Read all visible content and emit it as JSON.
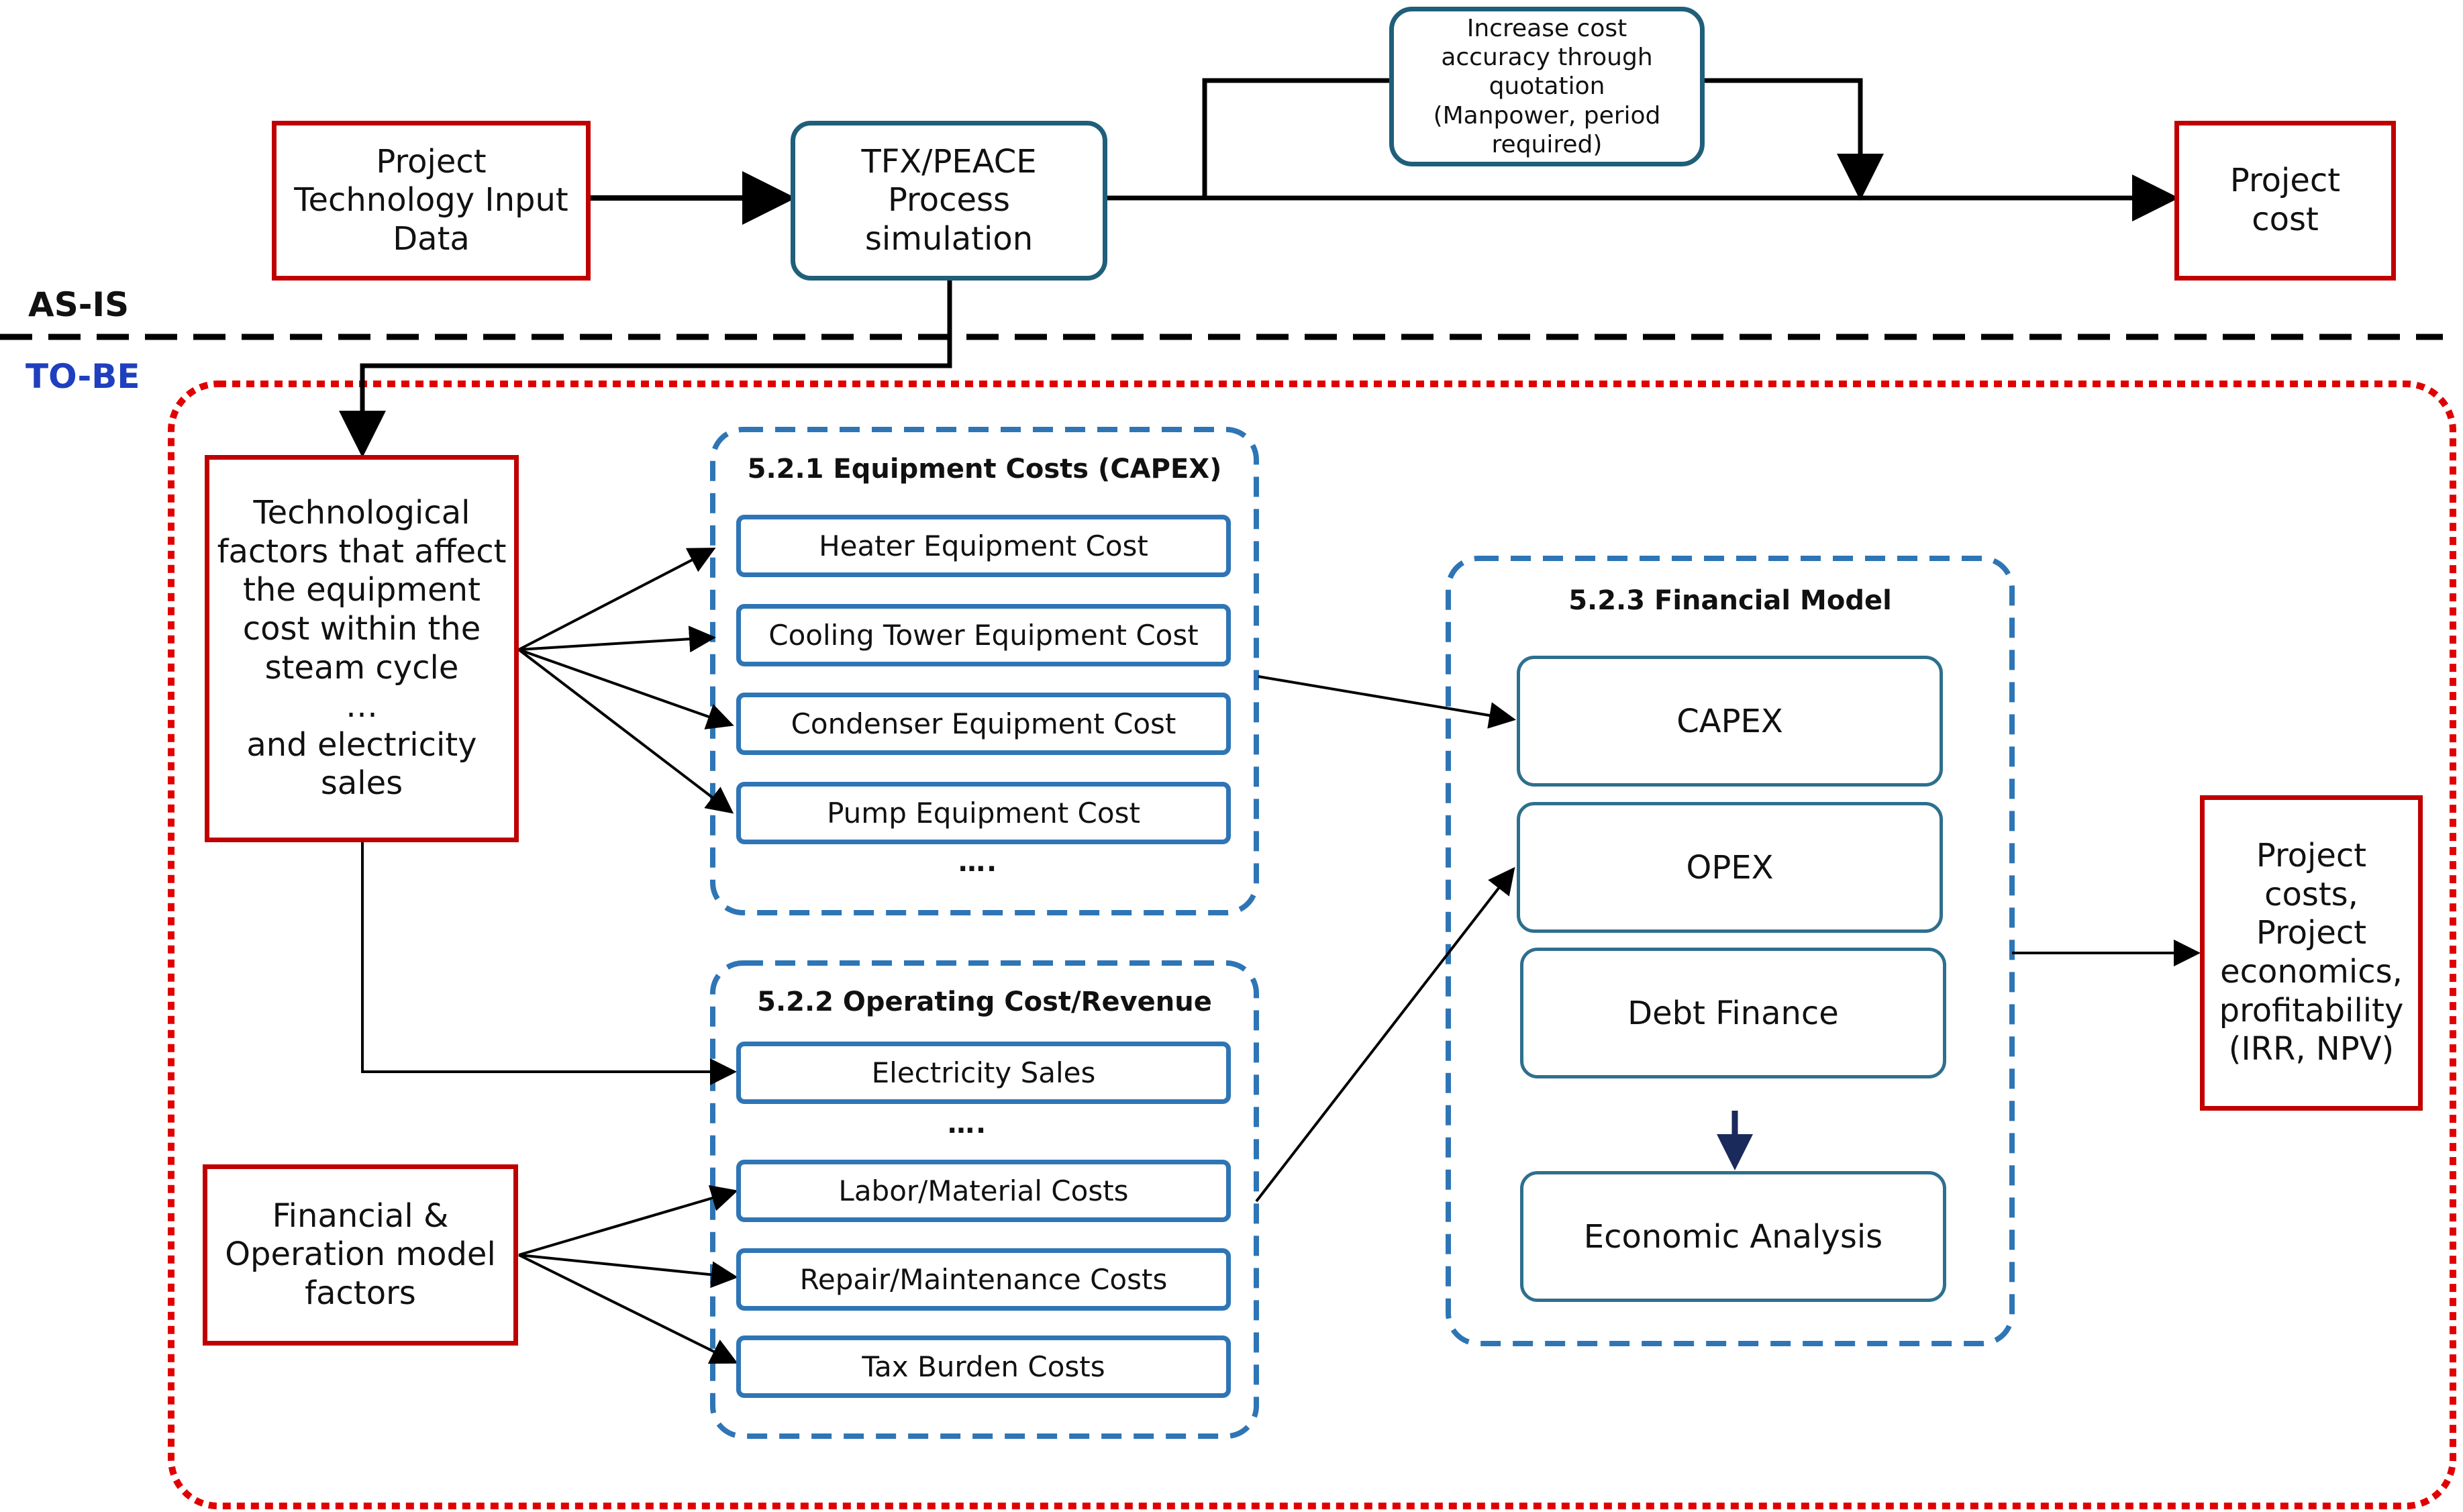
{
  "labels": {
    "as_is": "AS-IS",
    "to_be": "TO-BE"
  },
  "as_is": {
    "input": [
      "Project",
      "Technology Input",
      "Data"
    ],
    "simulation": [
      "TFX/PEACE",
      "Process",
      "simulation"
    ],
    "quotation": [
      "Increase cost",
      "accuracy through",
      "quotation",
      "(Manpower, period",
      "required)"
    ],
    "output": [
      "Project",
      "cost"
    ]
  },
  "to_be": {
    "tech_factors": [
      "Technological",
      "factors that affect",
      "the equipment",
      "cost within the",
      "steam cycle",
      "…",
      "and electricity",
      "sales"
    ],
    "fin_factors": [
      "Financial &",
      "Operation model",
      "factors"
    ],
    "capex_group": {
      "title": "5.2.1 Equipment Costs (CAPEX)",
      "items": [
        "Heater Equipment Cost",
        "Cooling Tower Equipment Cost",
        "Condenser Equipment Cost",
        "Pump Equipment Cost"
      ],
      "more": "…."
    },
    "opex_group": {
      "title": "5.2.2 Operating Cost/Revenue",
      "items": [
        "Electricity Sales",
        "Labor/Material Costs",
        "Repair/Maintenance Costs",
        "Tax Burden Costs"
      ],
      "more": "…."
    },
    "financial_model": {
      "title": "5.2.3 Financial Model",
      "items": [
        "CAPEX",
        "OPEX",
        "Debt Finance",
        "Economic Analysis"
      ]
    },
    "output": [
      "Project",
      "costs,",
      "Project",
      "economics,",
      "profitability",
      "(IRR, NPV)"
    ]
  },
  "colors": {
    "red_border": "#c00000",
    "teal_border": "#1f5f7a",
    "group_dash": "#2e75b6",
    "to_be_label": "#1f3fbf",
    "arrow_dark": "#1a2a5a"
  }
}
